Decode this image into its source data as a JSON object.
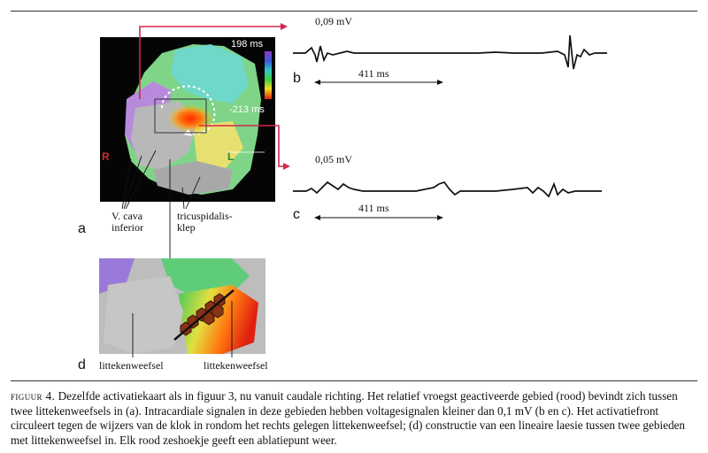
{
  "panel_labels": {
    "a": "a",
    "b": "b",
    "c": "c",
    "d": "d"
  },
  "map_a": {
    "scale_max": "198 ms",
    "scale_min": "-213 ms",
    "side_right": "R",
    "side_left": "L"
  },
  "labels": {
    "vena_cava_line1": "V. cava",
    "vena_cava_line2": "inferior",
    "tricuspid_line1": "tricuspidalis-",
    "tricuspid_line2": "klep",
    "scar_left": "littekenweefsel",
    "scar_right": "littekenweefsel"
  },
  "signal_b": {
    "amplitude": "0,09 mV",
    "interval": "411 ms"
  },
  "signal_c": {
    "amplitude": "0,05 mV",
    "interval": "411 ms"
  },
  "caption": {
    "lead": "figuur 4.",
    "text": " Dezelfde activatiekaart als in figuur 3, nu vanuit caudale richting. Het relatief vroegst geactiveerde gebied (rood) bevindt zich tussen twee littekenweefsels in (a). Intracardiale signalen in deze gebieden hebben voltagesignalen kleiner dan 0,1 mV (b en c). Het activatiefront circuleert tegen de wijzers van de klok in rondom het rechts gelegen littekenweefsel; (d) constructie van een lineaire laesie tussen twee gebieden met littekenweefsel in. Elk rood zeshoekje geeft een ablatiepunt weer."
  },
  "colors": {
    "arrow_red": "#d0284c",
    "early_activation": "#e43a0c",
    "scar_gray": "#b8b8b8",
    "lesion_brown": "#8a3416"
  }
}
